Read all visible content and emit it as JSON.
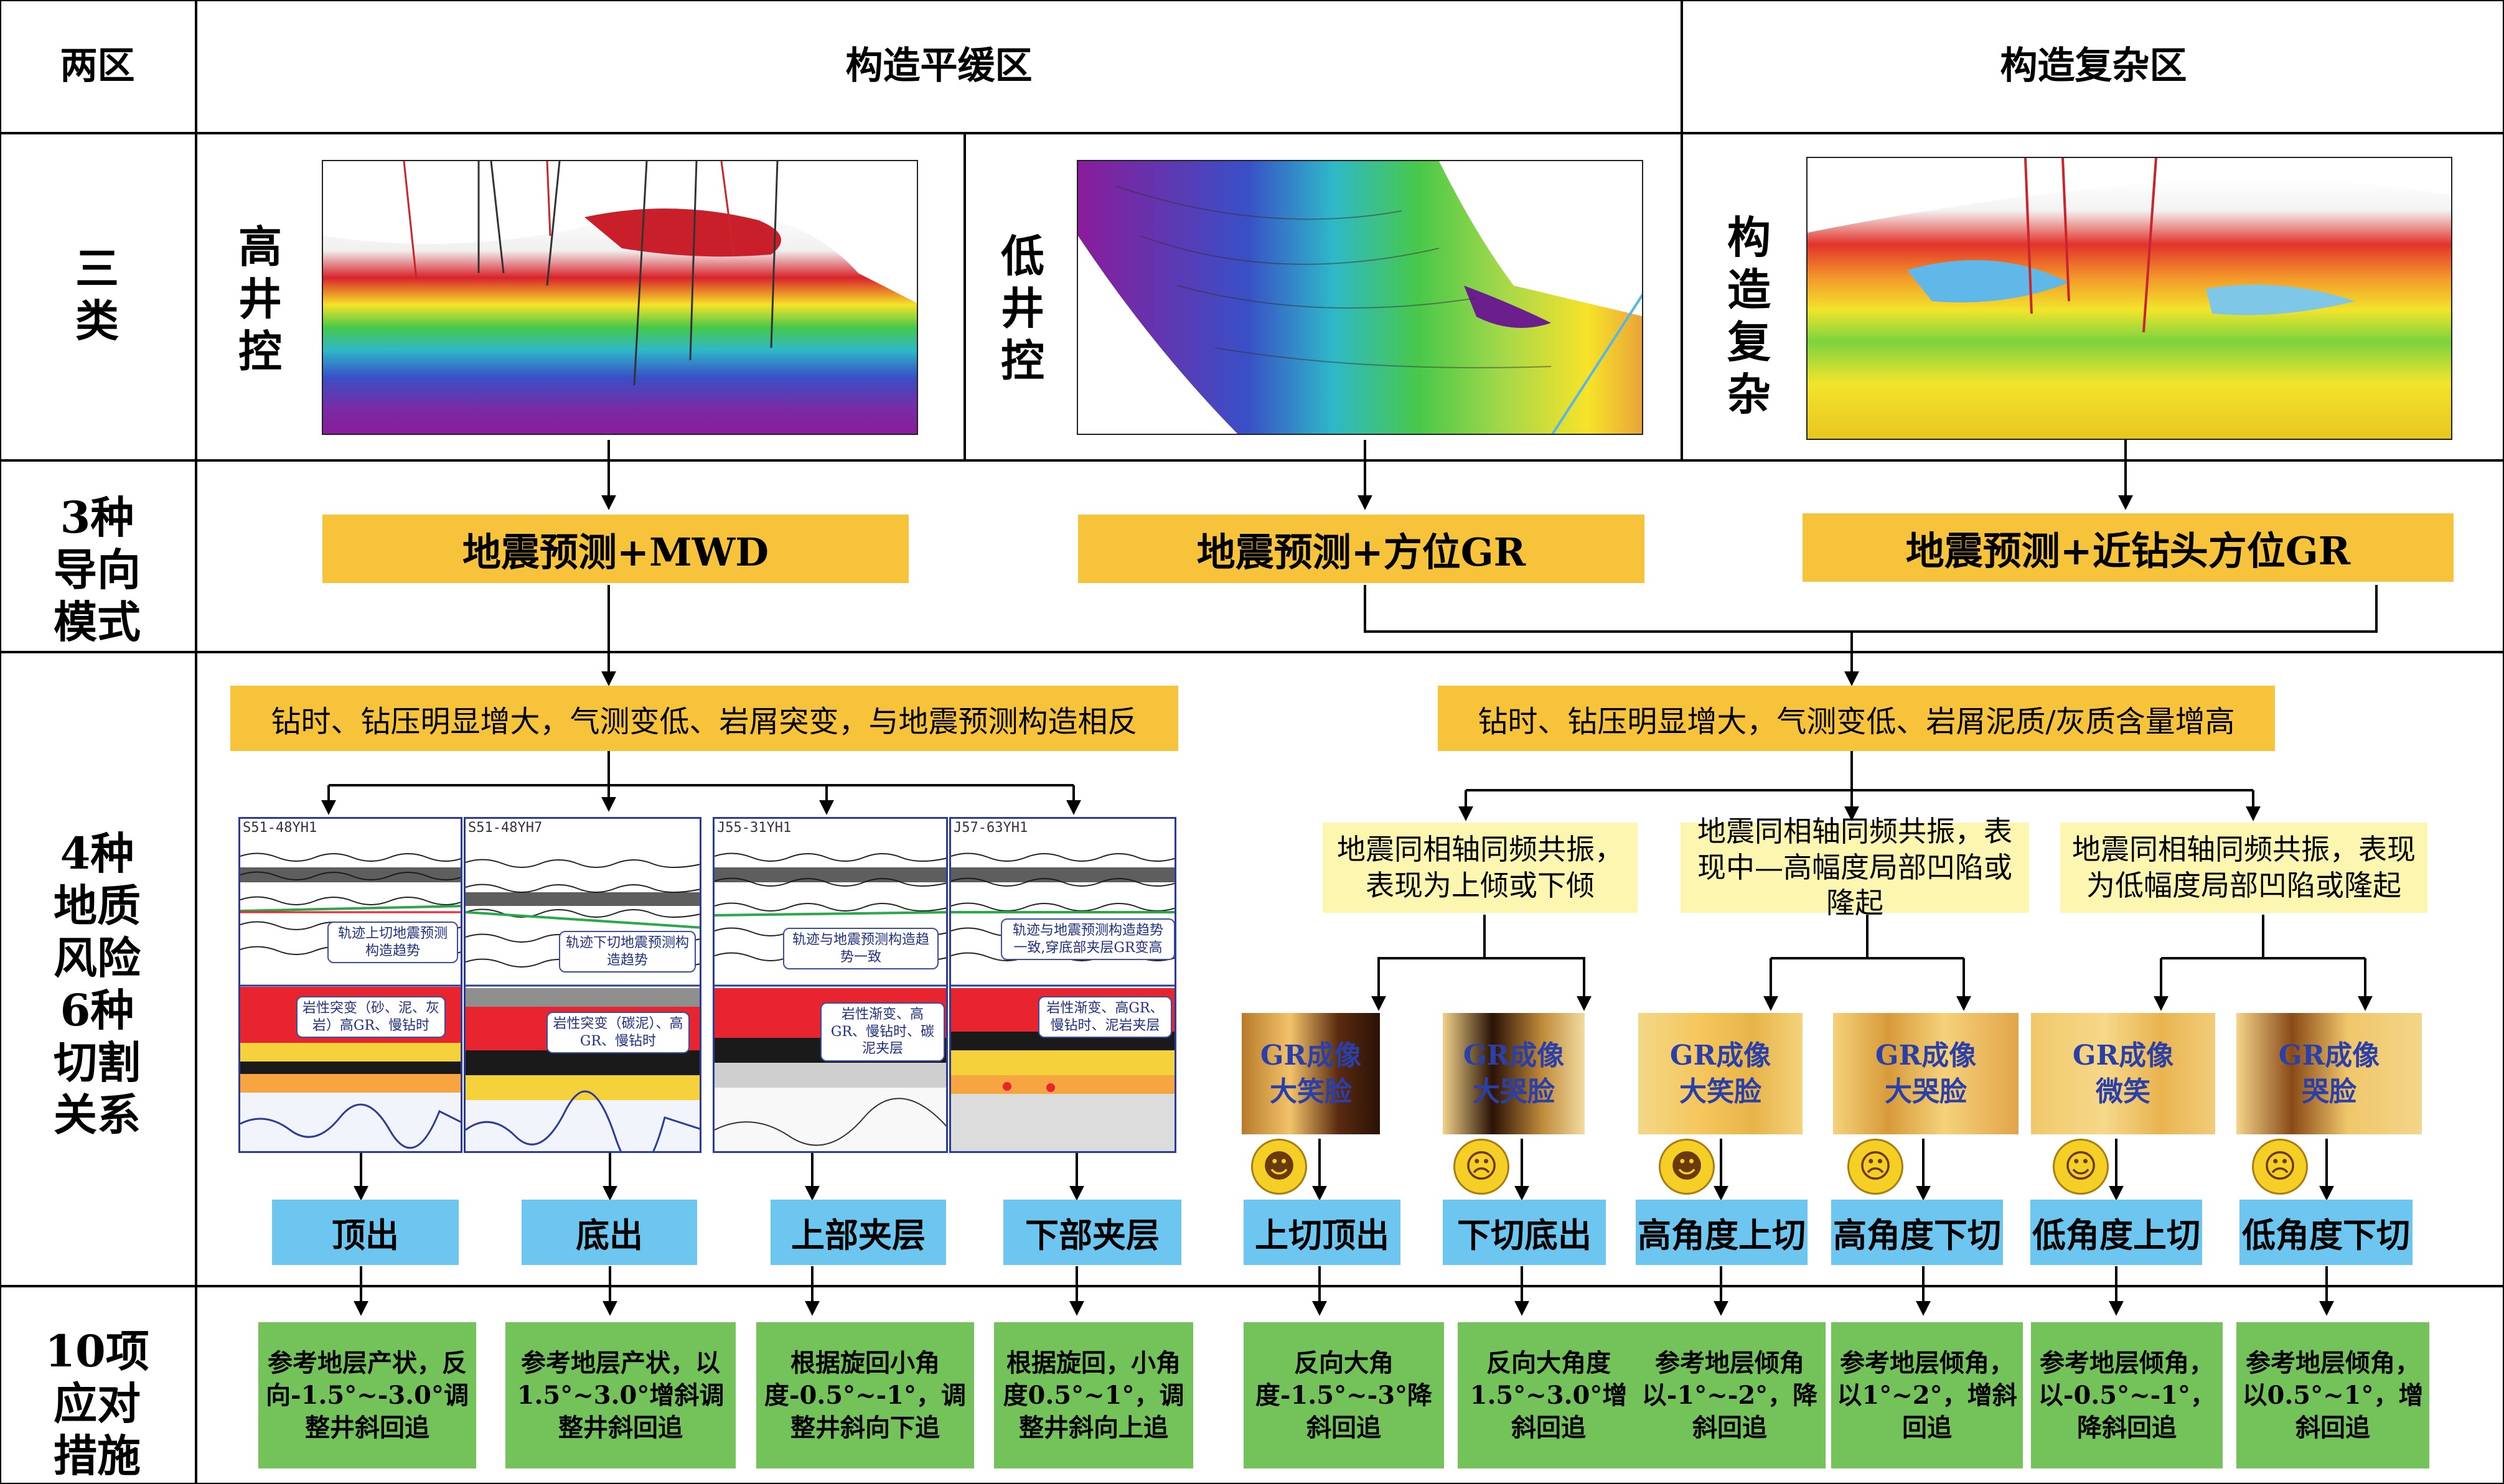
{
  "header": {
    "row_label": "两区",
    "zone_flat": "构造平缓区",
    "zone_complex": "构造复杂区"
  },
  "rows": {
    "three_types": [
      "三",
      "类"
    ],
    "three_modes": [
      "3种",
      "导向",
      "模式"
    ],
    "risks": [
      "4种",
      "地质",
      "风险",
      "6种",
      "切割",
      "关系"
    ],
    "measures": [
      "10项",
      "应对",
      "措施"
    ]
  },
  "types": [
    {
      "label": [
        "高",
        "井",
        "控"
      ]
    },
    {
      "label": [
        "低",
        "井",
        "控"
      ]
    },
    {
      "label": [
        "构",
        "造",
        "复",
        "杂"
      ]
    }
  ],
  "modes": [
    "地震预测+MWD",
    "地震预测+方位GR",
    "地震预测+近钻头方位GR"
  ],
  "indicators": {
    "left": "钻时、钻压明显增大，气测变低、岩屑突变，与地震预测构造相反",
    "right": "钻时、钻压明显增大，气测变低、岩屑泥质/灰质含量增高"
  },
  "seismic_conditions": [
    "地震同相轴同频共振，表现为上倾或下倾",
    "地震同相轴同频共振，表现中—高幅度局部凹陷或隆起",
    "地震同相轴同频共振，表现为低幅度局部凹陷或隆起"
  ],
  "panels": [
    {
      "tag": "S51-48YH1",
      "top_note": "轨迹上切地震预测构造趋势",
      "bottom_note": "岩性突变（砂、泥、灰岩）高GR、慢钻时"
    },
    {
      "tag": "S51-48YH7",
      "top_note": "轨迹下切地震预测构造趋势",
      "bottom_note": "岩性突变（碳泥）、高GR、慢钻时"
    },
    {
      "tag": "J55-31YH1",
      "top_note": "轨迹与地震预测构造趋势一致",
      "bottom_note": "岩性渐变、高GR、慢钻时、碳泥夹层"
    },
    {
      "tag": "J57-63YH1",
      "top_note": "轨迹与地震预测构造趋势一致,穿底部夹层GR变高",
      "bottom_note": "岩性渐变、高GR、慢钻时、泥岩夹层"
    }
  ],
  "gr_images": [
    {
      "text": [
        "GR成像",
        "大笑脸"
      ],
      "face": "grin"
    },
    {
      "text": [
        "GR成像",
        "大哭脸"
      ],
      "face": "cry"
    },
    {
      "text": [
        "GR成像",
        "大笑脸"
      ],
      "face": "grin"
    },
    {
      "text": [
        "GR成像",
        "大哭脸"
      ],
      "face": "cry"
    },
    {
      "text": [
        "GR成像",
        "微笑"
      ],
      "face": "smile"
    },
    {
      "text": [
        "GR成像",
        "哭脸"
      ],
      "face": "sad"
    }
  ],
  "cut_types": [
    "顶出",
    "底出",
    "上部夹层",
    "下部夹层",
    "上切顶出",
    "下切底出",
    "高角度上切",
    "高角度下切",
    "低角度上切",
    "低角度下切"
  ],
  "measure_items": [
    "参考地层产状，反向-1.5°~-3.0°调整井斜回追",
    "参考地层产状，以1.5°~3.0°增斜调整井斜回追",
    "根据旋回小角度-0.5°~-1°，调整井斜向下追",
    "根据旋回，小角度0.5°~1°，调整井斜向上追",
    "反向大角度-1.5°~-3°降斜回追",
    "反向大角度1.5°~3.0°增斜回追",
    "参考地层倾角以-1°~-2°，降斜回追",
    "参考地层倾角，以1°~2°，增斜回追",
    "参考地层倾角，以-0.5°~-1°，降斜回追",
    "参考地层倾角，以0.5°~1°，增斜回追"
  ],
  "colors": {
    "orange": "#f6c33b",
    "light_yellow": "#fdf6b1",
    "blue": "#6cc6f0",
    "green": "#73c25a"
  }
}
